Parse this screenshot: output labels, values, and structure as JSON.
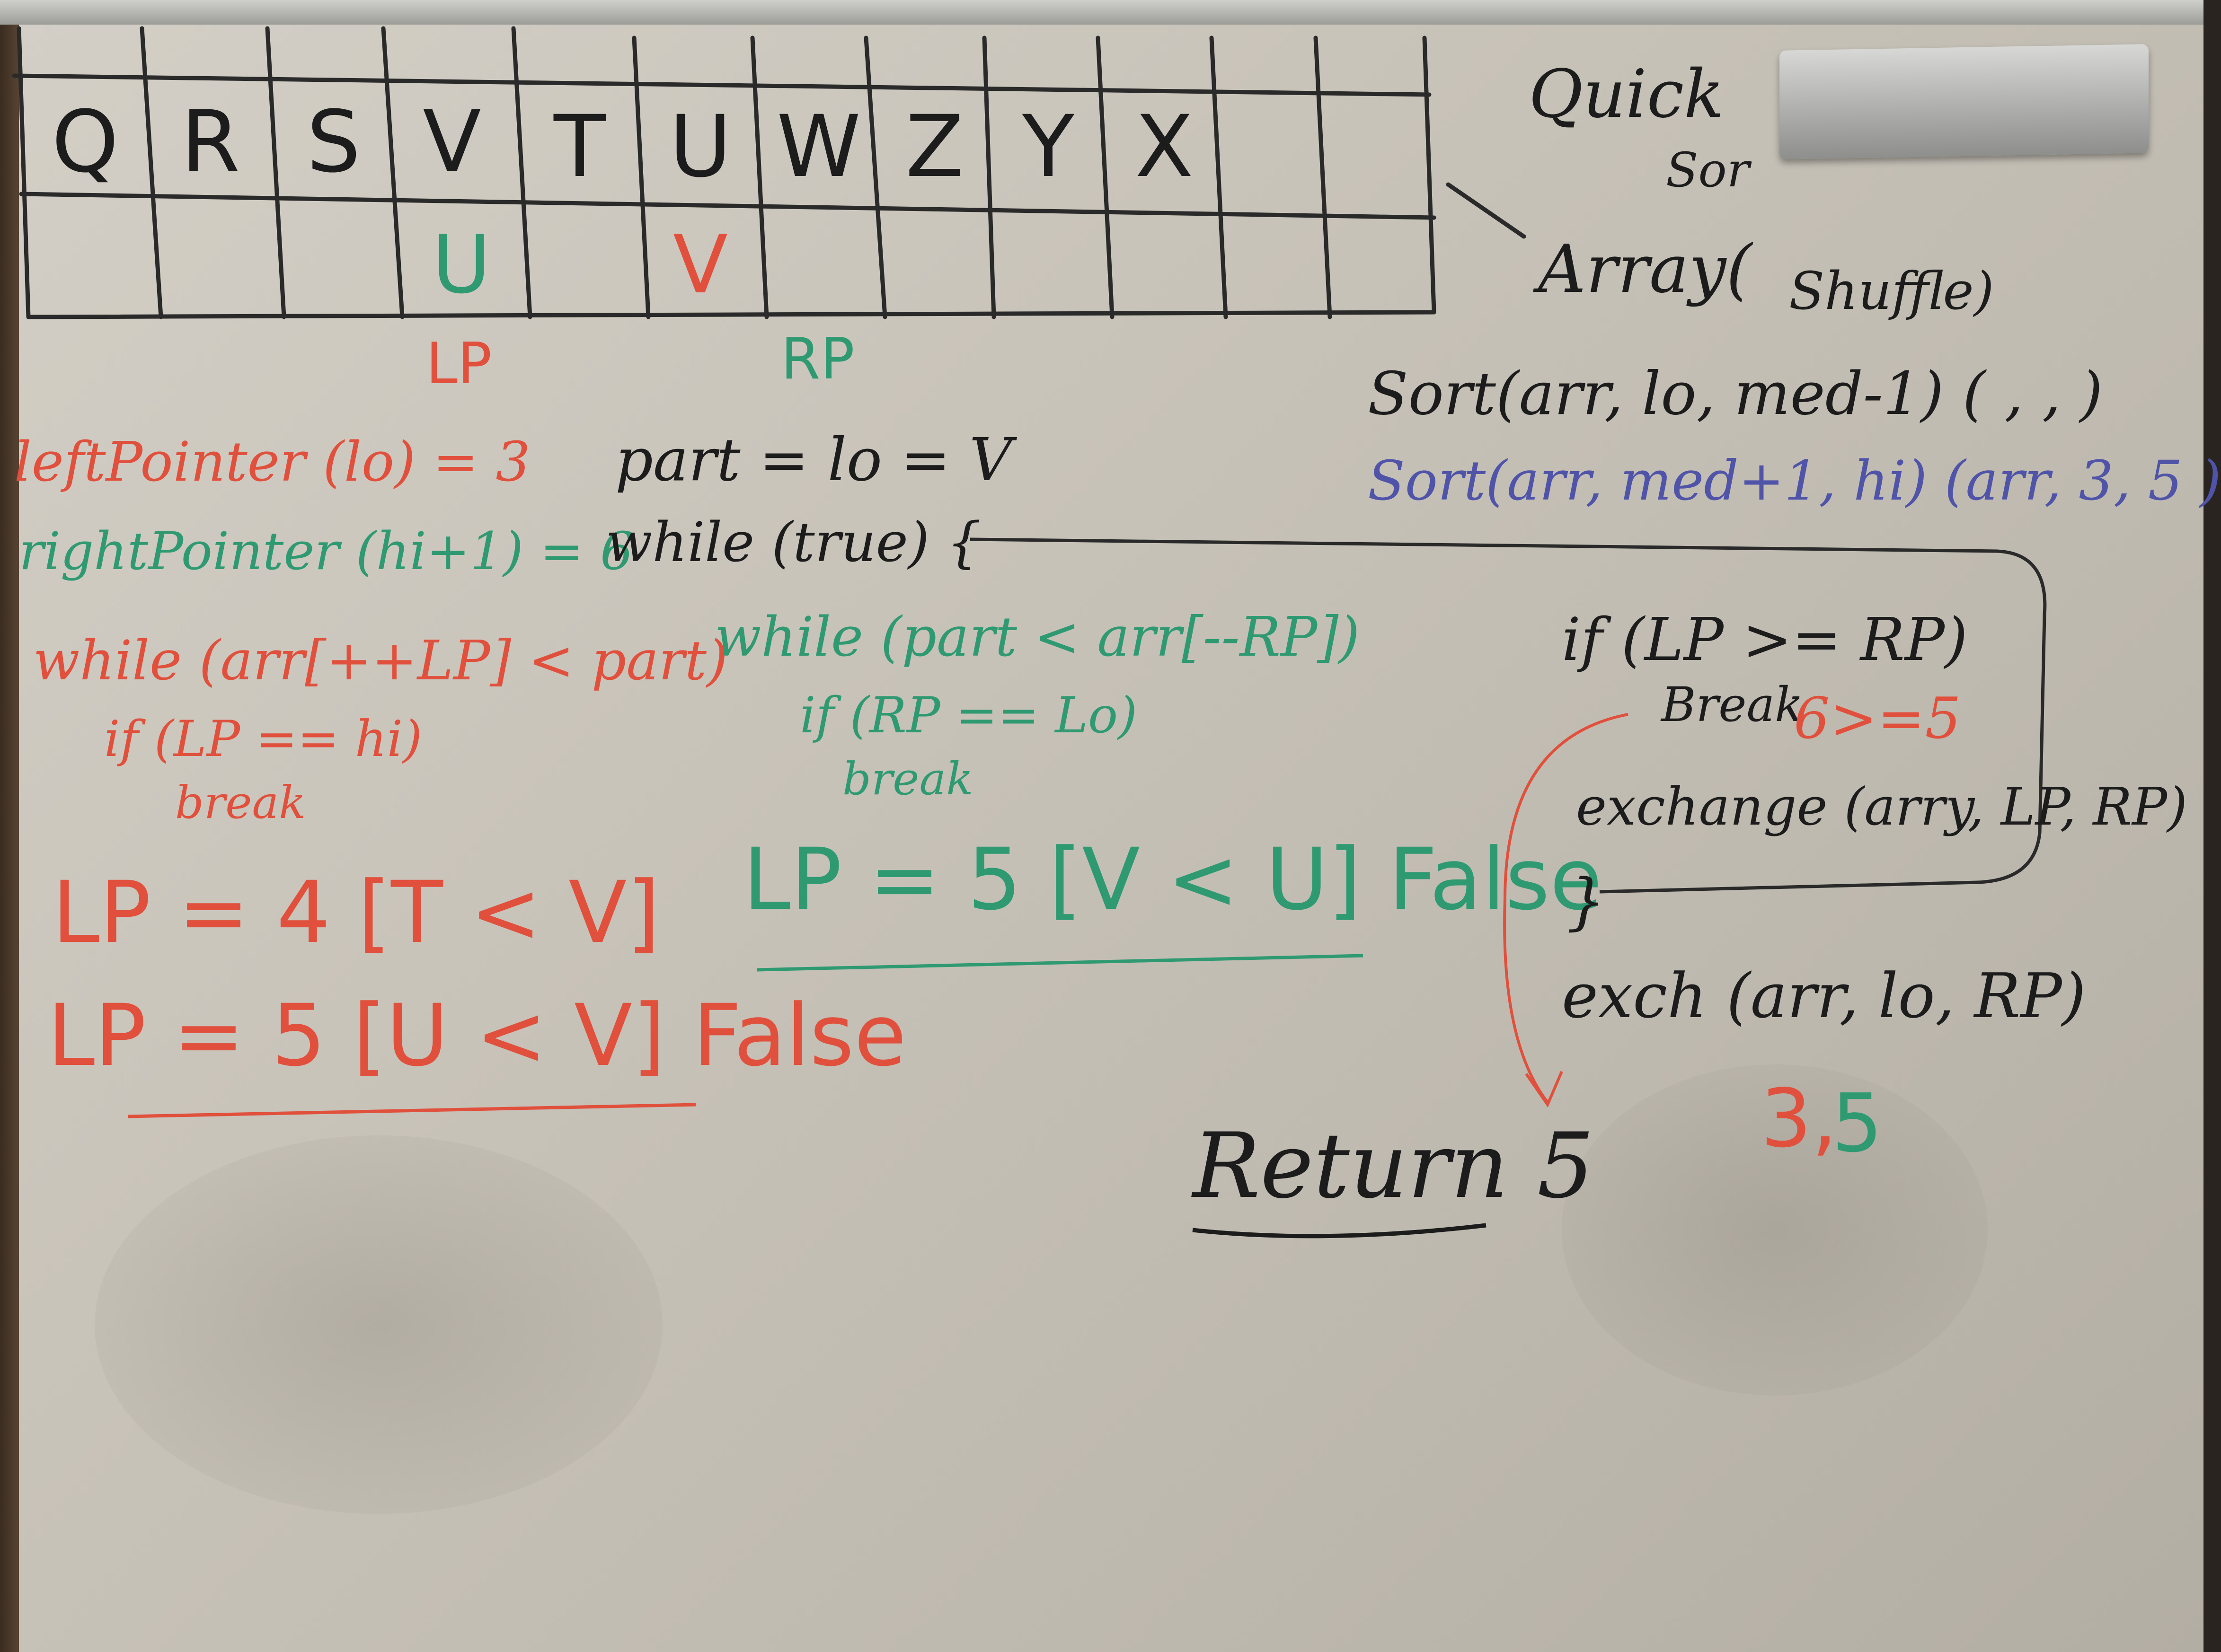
{
  "array": {
    "letters": [
      "Q",
      "R",
      "S",
      "V",
      "T",
      "U",
      "W",
      "Z",
      "Y",
      "X",
      "",
      ""
    ],
    "markers": [
      "",
      "",
      "",
      "U",
      "",
      "V",
      "",
      "",
      "",
      "",
      "",
      ""
    ],
    "marker_colors": [
      "",
      "",
      "",
      "#2f9a72",
      "",
      "#e0503c",
      "",
      "",
      "",
      "",
      "",
      ""
    ],
    "lp_label": "LP",
    "rp_label": "RP"
  },
  "header": {
    "quick": "Quick",
    "sort": "Sor",
    "array_shuffle_a": "Array(",
    "array_shuffle_b": "Shuffle)"
  },
  "recursion": {
    "line1": "Sort(arr, lo, med-1) (   ,   ,   )",
    "line2": "Sort(arr, med+1, hi) (arr, 3, 5 )"
  },
  "pointers": {
    "left": "leftPointer (lo) = 3",
    "right": "rightPointer (hi+1) = 6"
  },
  "partition": {
    "part": "part = lo = V",
    "while_true": "while (true) {"
  },
  "left_scan": {
    "while": "while (arr[++LP] < part)",
    "if": "if (LP == hi)",
    "break": "break",
    "step1": "LP = 4 [T < V]",
    "step2": "LP = 5 [U < V] False"
  },
  "right_scan": {
    "while": "while (part < arr[--RP])",
    "if": "if (RP == Lo)",
    "break": "break",
    "step1": "LP = 5 [V < U] False"
  },
  "loop_body": {
    "if": "if (LP >= RP)",
    "break": "Break",
    "compare": "6>=5",
    "exchange": "exchange (arry, LP, RP)",
    "close": "}",
    "exch": "exch (arr, lo, RP)"
  },
  "result": {
    "return": "Return 5",
    "pair_a": "3,",
    "pair_b": "5"
  },
  "colors": {
    "black_ink": "#1c1c1c",
    "red_ink": "#e0503c",
    "green_ink": "#2f9a72",
    "blue_ink": "#5054a8",
    "board": "#c9c4ba"
  }
}
